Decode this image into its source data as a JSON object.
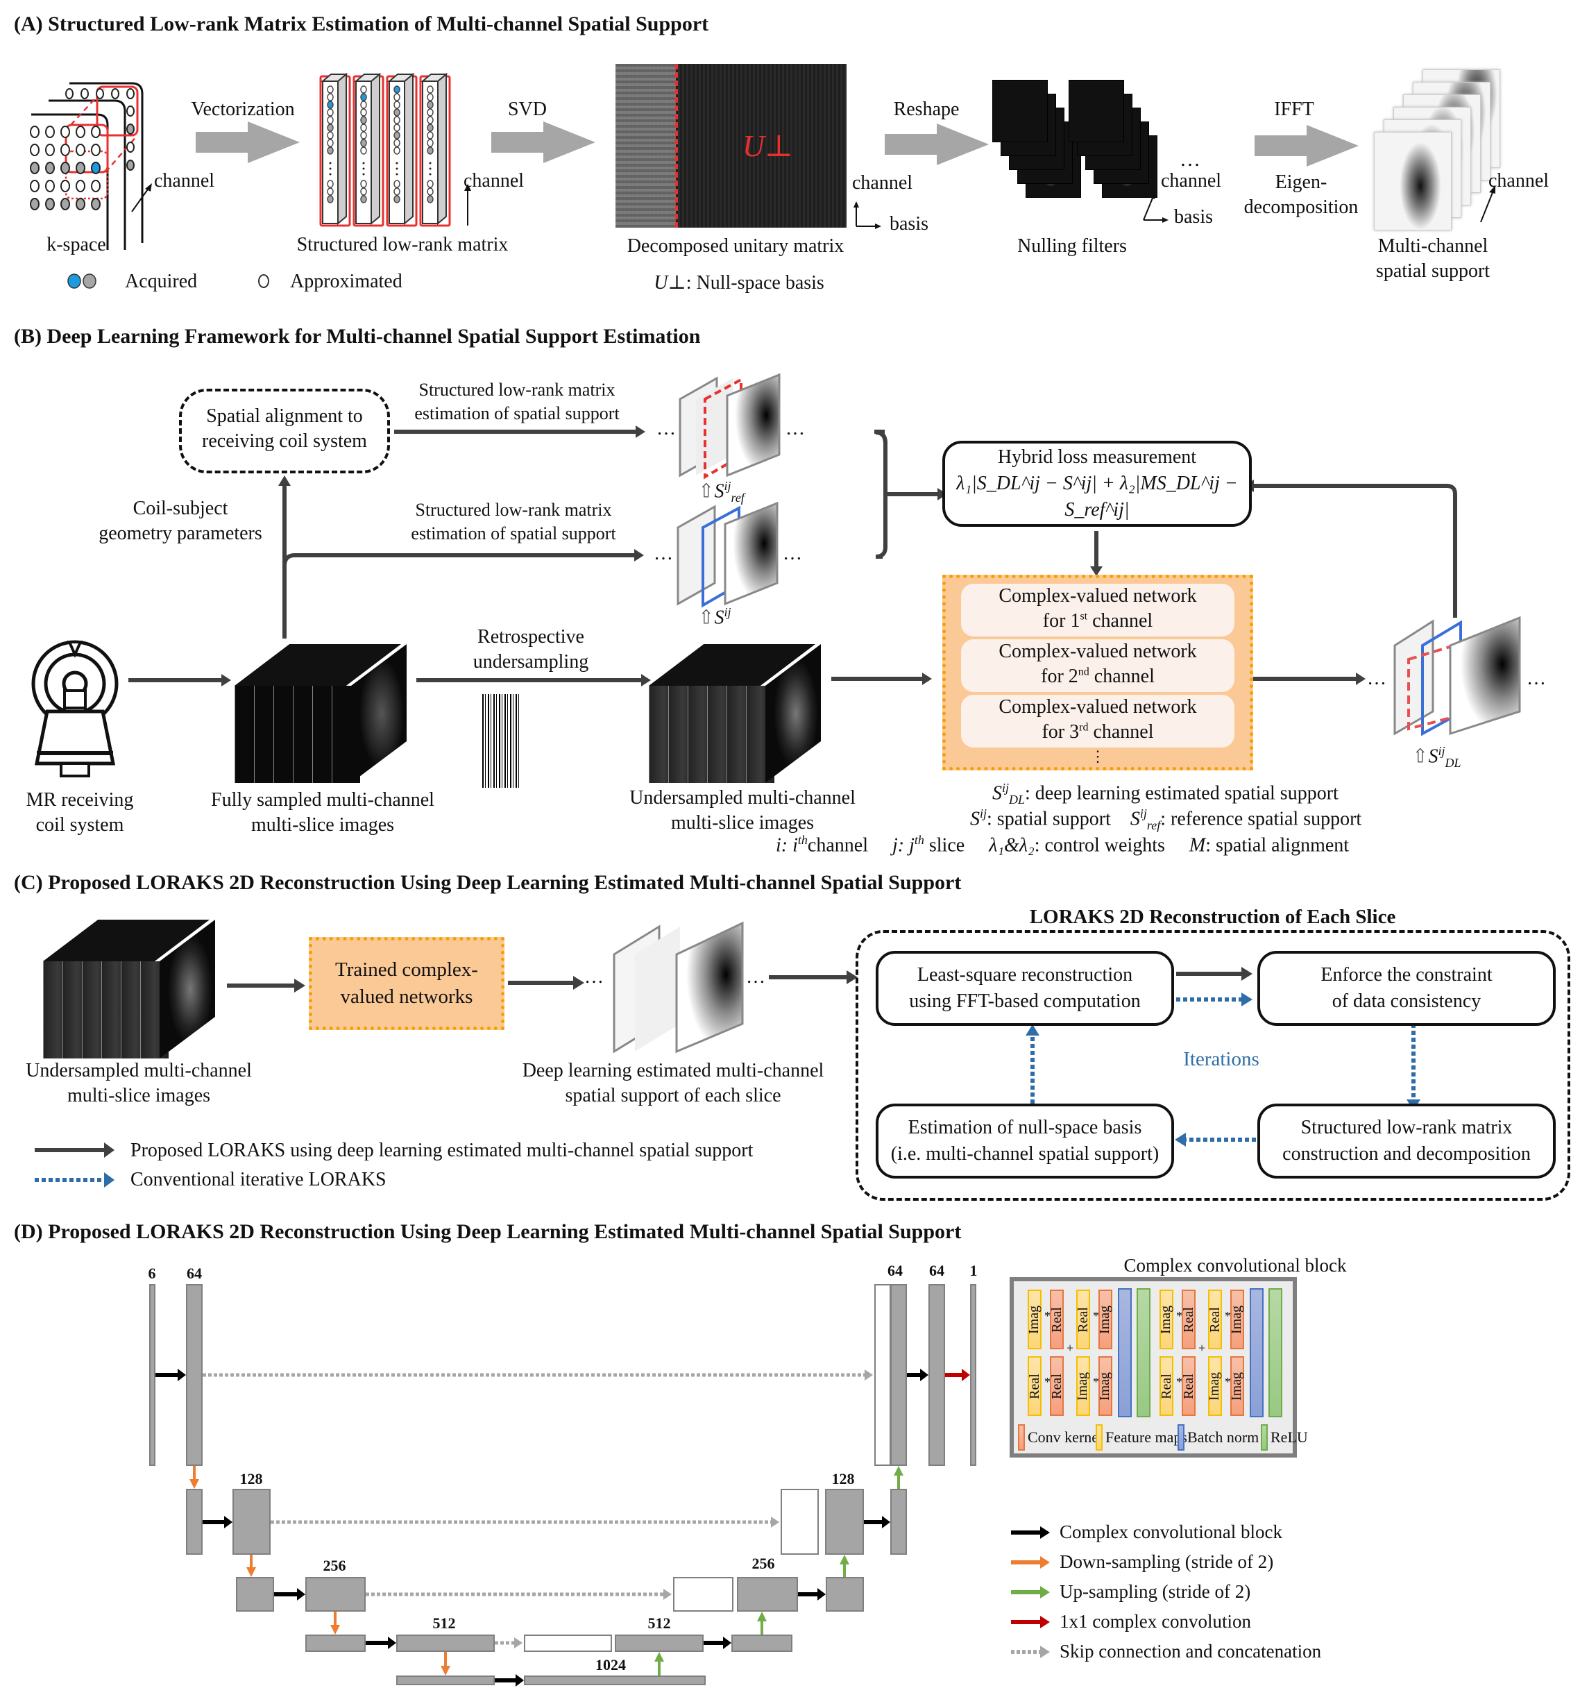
{
  "sections": {
    "a": {
      "title": "(A)  Structured Low-rank Matrix Estimation of Multi-channel Spatial Support",
      "kspace_label": "k-space",
      "channel_label": "channel",
      "vectorization": "Vectorization",
      "svd": "SVD",
      "reshape": "Reshape",
      "ifft": "IFFT",
      "eigen": "Eigen-\ndecomposition",
      "structured_matrix_label": "Structured low-rank matrix",
      "decomposed_label": "Decomposed unitary matrix",
      "null_space_symbol": "U⊥",
      "null_space_note": ": Null-space basis",
      "basis_label": "basis",
      "nulling_label": "Nulling filters",
      "multichannel_label": "Multi-channel\nspatial support",
      "acquired": "Acquired",
      "approximated": "Approximated",
      "ellipsis": "…",
      "colors": {
        "acquired_blue": "#1e9be0",
        "acquired_gray": "#a6a6a6",
        "red": "#e83030"
      }
    },
    "b": {
      "title": "(B)  Deep Learning Framework for Multi-channel Spatial Support Estimation",
      "alignment_box": "Spatial alignment to\nreceiving coil system",
      "slr_estimation_1": "Structured low-rank matrix\nestimation of spatial support",
      "slr_estimation_2": "Structured low-rank matrix\nestimation of spatial support",
      "coil_geometry": "Coil-subject\ngeometry parameters",
      "hybrid_title": "Hybrid loss measurement",
      "hybrid_formula": "λ₁|S_DL^ij − S^ij| + λ₂|MS_DL^ij − S_ref^ij|",
      "networks": [
        {
          "line1": "Complex-valued network",
          "line2_pre": "for 1",
          "sup": "st",
          "line2_post": " channel"
        },
        {
          "line1": "Complex-valued network",
          "line2_pre": "for 2",
          "sup": "nd",
          "line2_post": " channel"
        },
        {
          "line1": "Complex-valued network",
          "line2_pre": "for 3",
          "sup": "rd",
          "line2_post": " channel"
        }
      ],
      "vdots": "⋮",
      "mr_label": "MR receiving\ncoil system",
      "fully_sampled": "Fully sampled multi-channel\nmulti-slice images",
      "retrospective": "Retrospective\nundersampling",
      "undersampled": "Undersampled multi-channel\nmulti-slice images",
      "s_ref": "S",
      "s_ref_sup": "ij",
      "s_ref_sub": "ref",
      "s_ij": "S",
      "s_ij_sup": "ij",
      "s_dl": "S",
      "s_dl_sup": "ij",
      "s_dl_sub": "DL",
      "notes": {
        "dl": ": deep learning estimated spatial support",
        "s": ": spatial support",
        "ref": ": reference spatial support",
        "i_sym": "i",
        "i_txt": ": i",
        "i_sup": "th",
        "i_post": "channel",
        "j_sym": "j",
        "j_txt": ": j",
        "j_sup": "th",
        "j_post": " slice",
        "lambda": "λ₁&λ₂",
        "lambda_txt": ": control weights",
        "m_sym": "M",
        "m_txt": ": spatial alignment"
      },
      "colors": {
        "ref_red": "#e83030",
        "s_blue": "#3a6fd8",
        "orange_fill": "#fbc996",
        "orange_border": "#f5a000"
      }
    },
    "c": {
      "title": "(C)  Proposed LORAKS 2D Reconstruction Using Deep Learning Estimated Multi-channel Spatial Support",
      "undersampled": "Undersampled multi-channel\nmulti-slice images",
      "trained": "Trained complex-\nvalued networks",
      "dl_support": "Deep learning estimated multi-channel\nspatial support of each slice",
      "loraks_title": "LORAKS 2D Reconstruction of Each Slice",
      "ls_box": "Least-square reconstruction\nusing FFT-based computation",
      "enforce_box": "Enforce the constraint\nof data consistency",
      "null_box": "Estimation of null-space basis\n(i.e. multi-channel spatial support)",
      "slr_box": "Structured low-rank matrix\nconstruction and decomposition",
      "iterations": "Iterations",
      "legend_proposed": "Proposed LORAKS using deep learning estimated multi-channel spatial support",
      "legend_conventional": "Conventional iterative LORAKS",
      "colors": {
        "iter_blue": "#2e6da8"
      }
    },
    "d": {
      "title": "(D)  Proposed LORAKS 2D Reconstruction Using Deep Learning Estimated Multi-channel Spatial Support",
      "channels": {
        "in": "6",
        "enc1": "64",
        "enc2": "128",
        "enc3": "256",
        "enc4": "512",
        "bottleneck": "1024",
        "dec4": "512",
        "dec3": "256",
        "dec2": "128",
        "dec1a": "64",
        "dec1b": "64",
        "out": "1"
      },
      "ccb_title": "Complex convolutional block",
      "chips": {
        "imag": "Imag",
        "real": "Real",
        "mult": "*",
        "plus": "+"
      },
      "ccb_legend": [
        "Conv kernel",
        "Feature maps",
        "Batch norm",
        "ReLU"
      ],
      "arrow_legend": [
        {
          "label": "Complex convolutional block",
          "color": "#000000",
          "style": "solid"
        },
        {
          "label": "Down-sampling (stride of 2)",
          "color": "#ed7d31",
          "style": "solid"
        },
        {
          "label": "Up-sampling (stride of 2)",
          "color": "#70ad47",
          "style": "solid"
        },
        {
          "label": "1x1 complex convolution",
          "color": "#c00000",
          "style": "solid"
        },
        {
          "label": "Skip connection and concatenation",
          "color": "#a6a6a6",
          "style": "dotted"
        }
      ]
    }
  }
}
